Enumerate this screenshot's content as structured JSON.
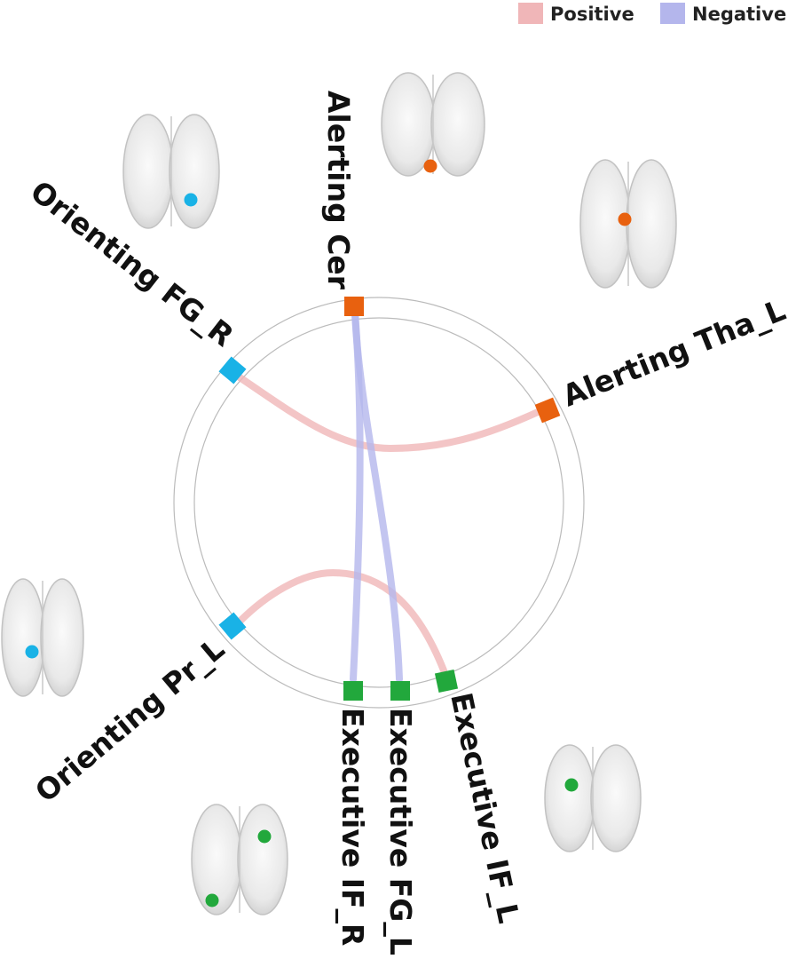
{
  "legend": {
    "positive_label": "Positive",
    "negative_label": "Negative",
    "positive_color": "#f0b6b8",
    "negative_color": "#b4b6ec"
  },
  "colors": {
    "alerting": "#e8610f",
    "orienting": "#19b2e6",
    "executive": "#22a83c",
    "ring": "#bbbbbb",
    "brain_light": "#f3f3f3",
    "brain_dark": "#cfcfcf"
  },
  "nodes": [
    {
      "id": "alerting_cer",
      "label": "Alerting Cer",
      "network": "alerting"
    },
    {
      "id": "alerting_tha_l",
      "label": "Alerting Tha_L",
      "network": "alerting"
    },
    {
      "id": "orienting_fg_r",
      "label": "Orienting FG_R",
      "network": "orienting"
    },
    {
      "id": "orienting_pr_l",
      "label": "Orienting Pr_L",
      "network": "orienting"
    },
    {
      "id": "executive_if_r",
      "label": "Executive IF_R",
      "network": "executive"
    },
    {
      "id": "executive_fg_l",
      "label": "Executive FG_L",
      "network": "executive"
    },
    {
      "id": "executive_if_l",
      "label": "Executive IF_L",
      "network": "executive"
    }
  ],
  "connections": [
    {
      "from": "orienting_fg_r",
      "to": "alerting_tha_l",
      "sign": "positive"
    },
    {
      "from": "orienting_pr_l",
      "to": "executive_if_l",
      "sign": "positive"
    },
    {
      "from": "alerting_cer",
      "to": "executive_if_r",
      "sign": "negative"
    },
    {
      "from": "alerting_cer",
      "to": "executive_fg_l",
      "sign": "negative"
    }
  ],
  "brain_icons": [
    {
      "id": "brain_alerting_cer",
      "network": "alerting",
      "dots": 1
    },
    {
      "id": "brain_alerting_tha",
      "network": "alerting",
      "dots": 1
    },
    {
      "id": "brain_orienting_fg",
      "network": "orienting",
      "dots": 1
    },
    {
      "id": "brain_orienting_pr",
      "network": "orienting",
      "dots": 1
    },
    {
      "id": "brain_executive_if_r",
      "network": "executive",
      "dots": 2
    },
    {
      "id": "brain_executive_if_l",
      "network": "executive",
      "dots": 1
    }
  ]
}
